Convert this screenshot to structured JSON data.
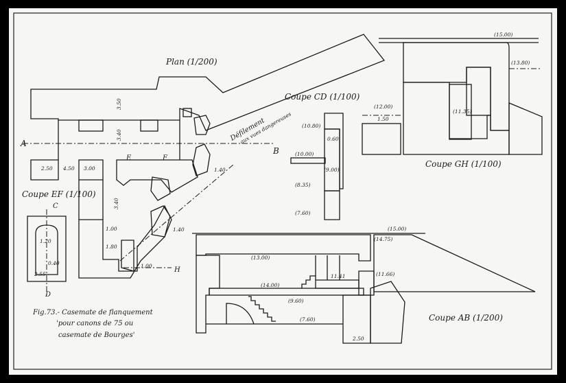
{
  "figure": {
    "caption_line1": "Fig.73.- Casemate de flanquement",
    "caption_line2": "'pour canons de 75 ou",
    "caption_line3": "casemate de Bourges'"
  },
  "plan": {
    "title": "Plan (1/200)",
    "defilement_line1": "Défilement",
    "defilement_line2": "aux vues dangereuses",
    "letters": {
      "A": "A",
      "B": "B",
      "E": "E",
      "F": "F",
      "H": "H"
    },
    "dims": [
      "3.50",
      "3.40",
      "2.50",
      "4.50",
      "3.00",
      "1.40",
      "3.40",
      "1.00",
      "1.80",
      "1.00",
      "1.40"
    ]
  },
  "coupe_cd": {
    "title": "Coupe CD (1/100)",
    "levels": [
      "(10.80)",
      "0.60",
      "(10.00)",
      "(9.00)",
      "(8.35)",
      "(7.60)"
    ]
  },
  "coupe_gh": {
    "title": "Coupe GH (1/100)",
    "levels": [
      "(15.00)",
      "(13.80)",
      "(12.00)",
      "1.50",
      "(11.35)"
    ]
  },
  "coupe_ef": {
    "title": "Coupe EF (1/100)",
    "letters": {
      "C": "C",
      "D": "D"
    },
    "dims": [
      "1.20",
      "0.40",
      "2.55"
    ]
  },
  "coupe_ab": {
    "title": "Coupe AB (1/200)",
    "levels": [
      "(15.00)",
      "(14.75)",
      "(13.00)",
      "(11.66)",
      "(14.00)",
      "11.41",
      "(9.60)",
      "(7.60)",
      "2.50"
    ]
  }
}
